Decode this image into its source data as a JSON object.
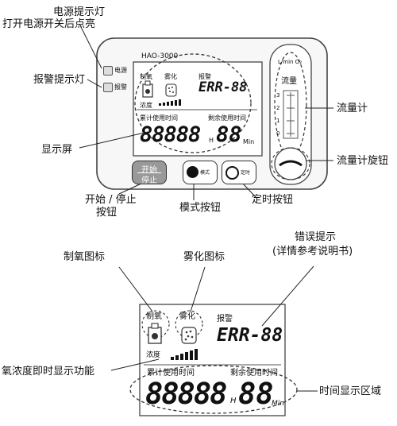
{
  "callouts": {
    "power_led": [
      "电源提示灯",
      "打开电源开关后点亮"
    ],
    "alarm_led": "报警提示灯",
    "display": "显示屏",
    "start_stop": [
      "开始 / 停止",
      "按钮"
    ],
    "mode_button": "模式按钮",
    "timer_button": "定时按钮",
    "flowmeter": "流量计",
    "flow_knob": "流量计旋钮",
    "oxygen_icon": "制氧图标",
    "atomize_icon": "雾化图标",
    "error_hint": [
      "错误提示",
      "(详情参考说明书)"
    ],
    "concentration": "氧浓度即时显示功能",
    "time_area": "时间显示区域"
  },
  "device": {
    "model": "HAO-3000",
    "power_label": "电源",
    "alarm_label": "报警",
    "start_label": "开始",
    "stop_label": "停止",
    "mode_label": "模式",
    "timer_label": "定时",
    "flow_unit": "L/min O₂",
    "flow_title": "流量",
    "flow_scale": [
      "3",
      "2",
      "1",
      "0"
    ]
  },
  "lcd": {
    "oxygen": "制氧",
    "atomize": "雾化",
    "alarm": "报警",
    "error": "ERR-88",
    "concentration": "浓度",
    "used_time": "累计使用时间",
    "remaining_time": "剩余使用时间",
    "hours": "88888",
    "hours_unit": "H",
    "minutes": "88",
    "minutes_unit": "Min"
  }
}
